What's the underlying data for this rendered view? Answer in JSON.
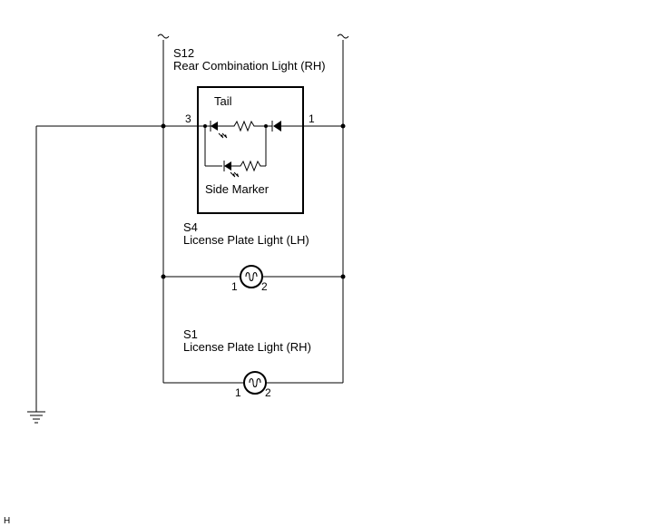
{
  "connectors": {
    "s12": {
      "code": "S12",
      "name": "Rear Combination Light (RH)",
      "pin_left": "3",
      "pin_right": "1",
      "inner_top_label": "Tail",
      "inner_bottom_label": "Side Marker"
    },
    "s4": {
      "code": "S4",
      "name": "License Plate Light (LH)",
      "pin_left": "1",
      "pin_right": "2"
    },
    "s1": {
      "code": "S1",
      "name": "License Plate Light (RH)",
      "pin_left": "1",
      "pin_right": "2"
    }
  },
  "corner_mark": "H"
}
